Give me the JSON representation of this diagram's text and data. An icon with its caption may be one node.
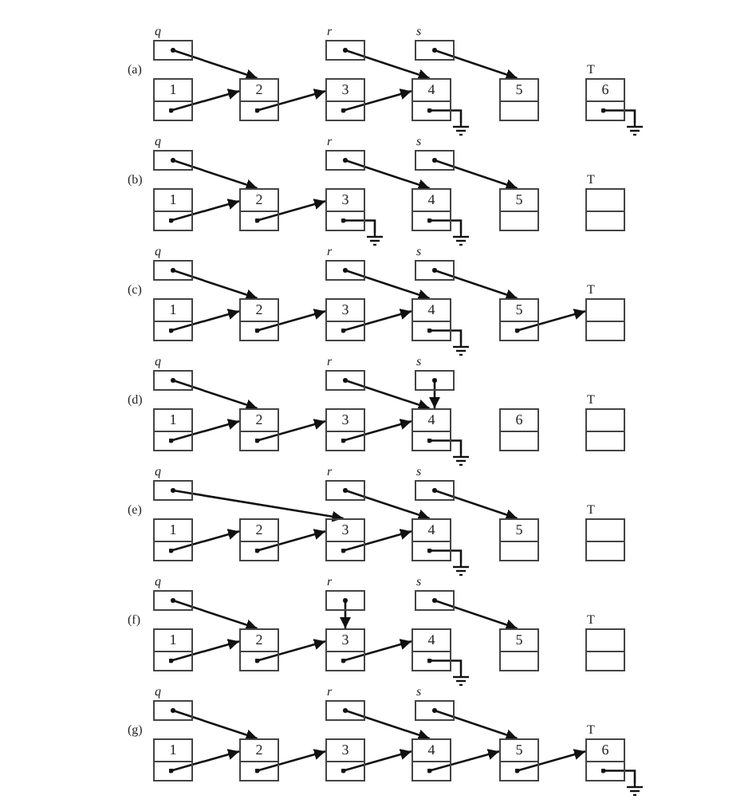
{
  "diagram": {
    "nodes": [
      {
        "text": [
          "q"
        ]
      },
      {
        "text": [
          "r"
        ]
      },
      {
        "text": [
          "s"
        ]
      },
      {
        "text": [
          "1"
        ]
      },
      {
        "text": [
          "2"
        ]
      },
      {
        "text": [
          "3"
        ]
      },
      {
        "text": [
          "4"
        ]
      },
      {
        "text": [
          "5"
        ]
      },
      {
        "text": [
          "6"
        ],
        "beside": [
          "T"
        ]
      },
      {
        "text": [],
        "shape": "ground"
      },
      {
        "text": [],
        "shape": "ground"
      },
      {
        "text": [
          "q"
        ]
      },
      {
        "text": [
          "r"
        ]
      },
      {
        "text": [
          "s"
        ]
      },
      {
        "text": [
          "1"
        ]
      },
      {
        "text": [
          "2"
        ]
      },
      {
        "text": [
          "3"
        ]
      },
      {
        "text": [
          "4"
        ]
      },
      {
        "text": [
          "5"
        ]
      },
      {
        "text": [],
        "shape": "box",
        "beside": [
          "T"
        ]
      },
      {
        "text": [],
        "shape": "ground"
      },
      {
        "text": [],
        "shape": "ground"
      },
      {
        "text": [
          "q"
        ]
      },
      {
        "text": [
          "r"
        ]
      },
      {
        "text": [
          "s"
        ]
      },
      {
        "text": [
          "1"
        ]
      },
      {
        "text": [
          "2"
        ]
      },
      {
        "text": [
          "3"
        ]
      },
      {
        "text": [
          "4"
        ]
      },
      {
        "text": [
          "5"
        ]
      },
      {
        "text": [],
        "shape": "box",
        "beside": [
          "T"
        ]
      },
      {
        "text": [],
        "shape": "ground"
      },
      {
        "text": [
          "q"
        ]
      },
      {
        "text": [
          "r"
        ]
      },
      {
        "text": [
          "s"
        ]
      },
      {
        "text": [
          "1"
        ]
      },
      {
        "text": [
          "2"
        ]
      },
      {
        "text": [
          "3"
        ]
      },
      {
        "text": [
          "4"
        ]
      },
      {
        "text": [
          "6"
        ]
      },
      {
        "text": [],
        "shape": "box",
        "beside": [
          "T"
        ]
      },
      {
        "text": [],
        "shape": "ground"
      },
      {
        "text": [
          "q"
        ]
      },
      {
        "text": [
          "r"
        ]
      },
      {
        "text": [
          "s"
        ]
      },
      {
        "text": [
          "1"
        ]
      },
      {
        "text": [
          "2"
        ]
      },
      {
        "text": [
          "3"
        ]
      },
      {
        "text": [
          "4"
        ]
      },
      {
        "text": [
          "5"
        ]
      },
      {
        "text": [],
        "shape": "box",
        "beside": [
          "T"
        ]
      },
      {
        "text": [],
        "shape": "ground"
      },
      {
        "text": [
          "q"
        ]
      },
      {
        "text": [
          "r"
        ]
      },
      {
        "text": [
          "s"
        ]
      },
      {
        "text": [
          "1"
        ]
      },
      {
        "text": [
          "2"
        ]
      },
      {
        "text": [
          "3"
        ]
      },
      {
        "text": [
          "4"
        ]
      },
      {
        "text": [
          "5"
        ]
      },
      {
        "text": [],
        "shape": "box",
        "beside": [
          "T"
        ]
      },
      {
        "text": [],
        "shape": "ground"
      },
      {
        "text": [
          "q"
        ]
      },
      {
        "text": [
          "r"
        ]
      },
      {
        "text": [
          "s"
        ]
      },
      {
        "text": [
          "1"
        ]
      },
      {
        "text": [
          "2"
        ]
      },
      {
        "text": [
          "3"
        ]
      },
      {
        "text": [
          "4"
        ]
      },
      {
        "text": [
          "5"
        ]
      },
      {
        "text": [
          "6"
        ],
        "beside": [
          "T"
        ]
      },
      {
        "text": [],
        "shape": "ground"
      }
    ],
    "edges": [
      {
        "from": 0,
        "to": 4,
        "arrow": "to"
      },
      {
        "from": 1,
        "to": 6,
        "arrow": "to"
      },
      {
        "from": 2,
        "to": 7,
        "arrow": "to"
      },
      {
        "from": 3,
        "to": 4,
        "arrow": "to"
      },
      {
        "from": 4,
        "to": 5,
        "arrow": "to"
      },
      {
        "from": 5,
        "to": 6,
        "arrow": "to"
      },
      {
        "from": 6,
        "to": 9,
        "arrow": "other"
      },
      {
        "from": 8,
        "to": 10,
        "arrow": "other"
      },
      {
        "from": 11,
        "to": 15,
        "arrow": "to"
      },
      {
        "from": 12,
        "to": 17,
        "arrow": "to"
      },
      {
        "from": 13,
        "to": 18,
        "arrow": "to"
      },
      {
        "from": 14,
        "to": 15,
        "arrow": "to"
      },
      {
        "from": 15,
        "to": 16,
        "arrow": "to"
      },
      {
        "from": 16,
        "to": 20,
        "arrow": "other"
      },
      {
        "from": 17,
        "to": 21,
        "arrow": "other"
      },
      {
        "from": 22,
        "to": 26,
        "arrow": "to"
      },
      {
        "from": 23,
        "to": 28,
        "arrow": "to"
      },
      {
        "from": 24,
        "to": 29,
        "arrow": "to"
      },
      {
        "from": 25,
        "to": 26,
        "arrow": "to"
      },
      {
        "from": 26,
        "to": 27,
        "arrow": "to"
      },
      {
        "from": 27,
        "to": 28,
        "arrow": "to"
      },
      {
        "from": 28,
        "to": 31,
        "arrow": "other"
      },
      {
        "from": 29,
        "to": 30,
        "arrow": "to"
      },
      {
        "from": 32,
        "to": 36,
        "arrow": "to"
      },
      {
        "from": 33,
        "to": 38,
        "arrow": "to"
      },
      {
        "from": 34,
        "to": 38,
        "arrow": "to"
      },
      {
        "from": 35,
        "to": 36,
        "arrow": "to"
      },
      {
        "from": 36,
        "to": 37,
        "arrow": "to"
      },
      {
        "from": 37,
        "to": 38,
        "arrow": "to"
      },
      {
        "from": 38,
        "to": 41,
        "arrow": "other"
      },
      {
        "from": 42,
        "to": 47,
        "arrow": "to"
      },
      {
        "from": 43,
        "to": 48,
        "arrow": "to"
      },
      {
        "from": 44,
        "to": 49,
        "arrow": "to"
      },
      {
        "from": 45,
        "to": 46,
        "arrow": "to"
      },
      {
        "from": 46,
        "to": 47,
        "arrow": "to"
      },
      {
        "from": 47,
        "to": 48,
        "arrow": "to"
      },
      {
        "from": 48,
        "to": 51,
        "arrow": "other"
      },
      {
        "from": 52,
        "to": 56,
        "arrow": "to"
      },
      {
        "from": 53,
        "to": 57,
        "arrow": "to"
      },
      {
        "from": 54,
        "to": 59,
        "arrow": "to"
      },
      {
        "from": 55,
        "to": 56,
        "arrow": "to"
      },
      {
        "from": 56,
        "to": 57,
        "arrow": "to"
      },
      {
        "from": 57,
        "to": 58,
        "arrow": "to"
      },
      {
        "from": 58,
        "to": 61,
        "arrow": "other"
      },
      {
        "from": 62,
        "to": 66,
        "arrow": "to"
      },
      {
        "from": 63,
        "to": 68,
        "arrow": "to"
      },
      {
        "from": 64,
        "to": 69,
        "arrow": "to"
      },
      {
        "from": 65,
        "to": 66,
        "arrow": "to"
      },
      {
        "from": 66,
        "to": 67,
        "arrow": "to"
      },
      {
        "from": 67,
        "to": 68,
        "arrow": "to"
      },
      {
        "from": 68,
        "to": 69,
        "arrow": "to"
      },
      {
        "from": 69,
        "to": 70,
        "arrow": "to"
      },
      {
        "from": 70,
        "to": 71,
        "arrow": "other"
      }
    ],
    "labels": [
      "(a)",
      "(b)",
      "(c)",
      "(d)",
      "(e)",
      "(f)",
      "(g)"
    ]
  }
}
